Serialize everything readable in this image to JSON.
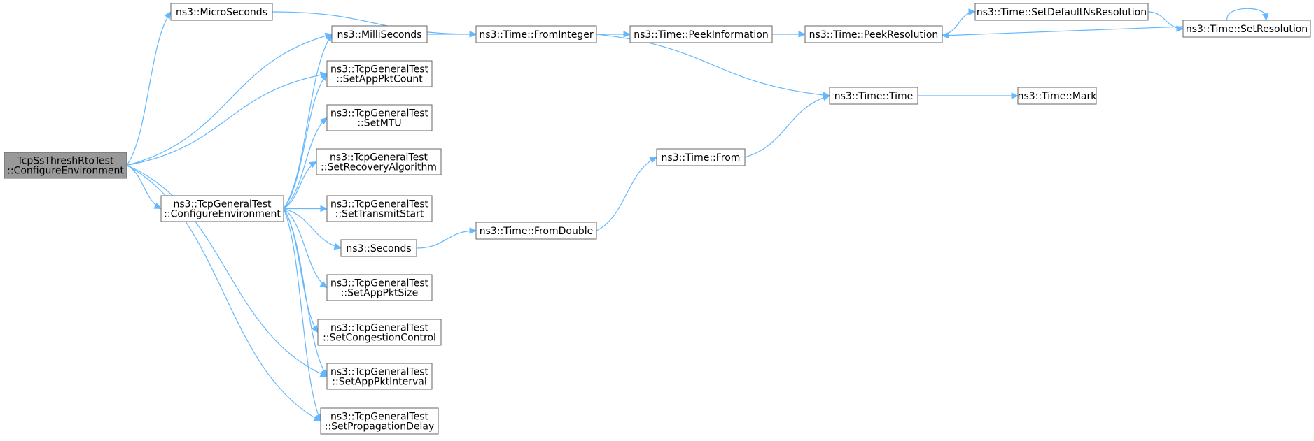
{
  "diagram": {
    "type": "call-graph",
    "colors": {
      "edge": "#63b8ff",
      "node_border": "#666666",
      "root_fill": "#999999",
      "node_fill": "#ffffff"
    },
    "nodes": {
      "root": {
        "lines": [
          "TcpSsThreshRtoTest",
          "::ConfigureEnvironment"
        ]
      },
      "microseconds": {
        "lines": [
          "ns3::MicroSeconds"
        ]
      },
      "milliseconds": {
        "lines": [
          "ns3::MilliSeconds"
        ]
      },
      "general_configure": {
        "lines": [
          "ns3::TcpGeneralTest",
          "::ConfigureEnvironment"
        ]
      },
      "set_app_pkt_count": {
        "lines": [
          "ns3::TcpGeneralTest",
          "::SetAppPktCount"
        ]
      },
      "set_mtu": {
        "lines": [
          "ns3::TcpGeneralTest",
          "::SetMTU"
        ]
      },
      "set_recovery_algorithm": {
        "lines": [
          "ns3::TcpGeneralTest",
          "::SetRecoveryAlgorithm"
        ]
      },
      "set_transmit_start": {
        "lines": [
          "ns3::TcpGeneralTest",
          "::SetTransmitStart"
        ]
      },
      "seconds": {
        "lines": [
          "ns3::Seconds"
        ]
      },
      "set_app_pkt_size": {
        "lines": [
          "ns3::TcpGeneralTest",
          "::SetAppPktSize"
        ]
      },
      "set_congestion_control": {
        "lines": [
          "ns3::TcpGeneralTest",
          "::SetCongestionControl"
        ]
      },
      "set_app_pkt_interval": {
        "lines": [
          "ns3::TcpGeneralTest",
          "::SetAppPktInterval"
        ]
      },
      "set_propagation_delay": {
        "lines": [
          "ns3::TcpGeneralTest",
          "::SetPropagationDelay"
        ]
      },
      "time_from_integer": {
        "lines": [
          "ns3::Time::FromInteger"
        ]
      },
      "time_from_double": {
        "lines": [
          "ns3::Time::FromDouble"
        ]
      },
      "time_from": {
        "lines": [
          "ns3::Time::From"
        ]
      },
      "time_peek_information": {
        "lines": [
          "ns3::Time::PeekInformation"
        ]
      },
      "time_peek_resolution": {
        "lines": [
          "ns3::Time::PeekResolution"
        ]
      },
      "time_set_default_ns_resolution": {
        "lines": [
          "ns3::Time::SetDefaultNsResolution"
        ]
      },
      "time_set_resolution": {
        "lines": [
          "ns3::Time::SetResolution"
        ]
      },
      "time_time": {
        "lines": [
          "ns3::Time::Time"
        ]
      },
      "time_mark": {
        "lines": [
          "ns3::Time::Mark"
        ]
      }
    },
    "edges": [
      [
        "root",
        "microseconds"
      ],
      [
        "root",
        "milliseconds"
      ],
      [
        "root",
        "set_app_pkt_count"
      ],
      [
        "root",
        "general_configure"
      ],
      [
        "root",
        "set_app_pkt_interval"
      ],
      [
        "root",
        "set_propagation_delay"
      ],
      [
        "general_configure",
        "milliseconds"
      ],
      [
        "general_configure",
        "set_app_pkt_count"
      ],
      [
        "general_configure",
        "set_mtu"
      ],
      [
        "general_configure",
        "set_recovery_algorithm"
      ],
      [
        "general_configure",
        "set_transmit_start"
      ],
      [
        "general_configure",
        "seconds"
      ],
      [
        "general_configure",
        "set_app_pkt_size"
      ],
      [
        "general_configure",
        "set_congestion_control"
      ],
      [
        "general_configure",
        "set_app_pkt_interval"
      ],
      [
        "general_configure",
        "set_propagation_delay"
      ],
      [
        "microseconds",
        "time_from_integer"
      ],
      [
        "milliseconds",
        "time_from_integer"
      ],
      [
        "seconds",
        "time_from_double"
      ],
      [
        "time_from_double",
        "time_from"
      ],
      [
        "time_from",
        "time_time"
      ],
      [
        "time_from_integer",
        "time_peek_information"
      ],
      [
        "time_from_integer",
        "time_time"
      ],
      [
        "time_peek_information",
        "time_peek_resolution"
      ],
      [
        "time_peek_resolution",
        "time_set_default_ns_resolution"
      ],
      [
        "time_set_default_ns_resolution",
        "time_set_resolution"
      ],
      [
        "time_set_resolution",
        "time_peek_resolution"
      ],
      [
        "time_set_resolution",
        "time_set_resolution"
      ],
      [
        "time_time",
        "time_mark"
      ]
    ]
  }
}
